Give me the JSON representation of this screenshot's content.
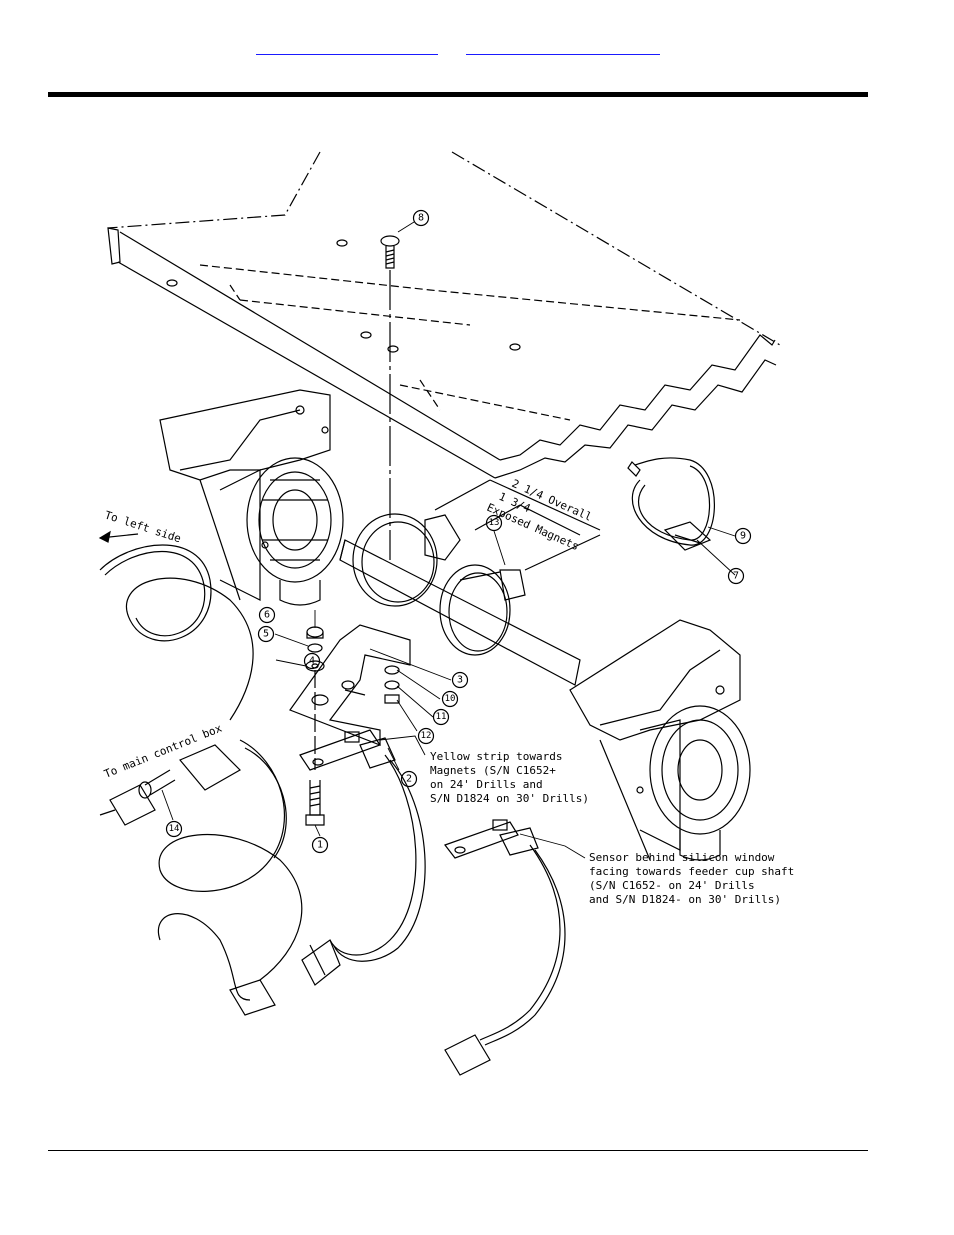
{
  "nav": {
    "link1": "",
    "link2": ""
  },
  "callouts": [
    "1",
    "2",
    "3",
    "4",
    "5",
    "6",
    "7",
    "8",
    "9",
    "10",
    "11",
    "12",
    "13",
    "14"
  ],
  "notes": {
    "to_left": "To left side",
    "to_box": "To main control box",
    "dim_overall": "2 1/4 Overall",
    "dim_mag": "1 3/4",
    "dim_exposed": "Exposed Magnets",
    "yellow": [
      "Yellow strip towards",
      "Magnets (S/N C1652+",
      "on 24' Drills and",
      "S/N D1824 on 30' Drills)"
    ],
    "sensor": [
      "Sensor behind silicon window",
      "facing towards feeder cup shaft",
      "(S/N C1652- on 24' Drills",
      "and S/N D1824- on 30' Drills)"
    ]
  }
}
